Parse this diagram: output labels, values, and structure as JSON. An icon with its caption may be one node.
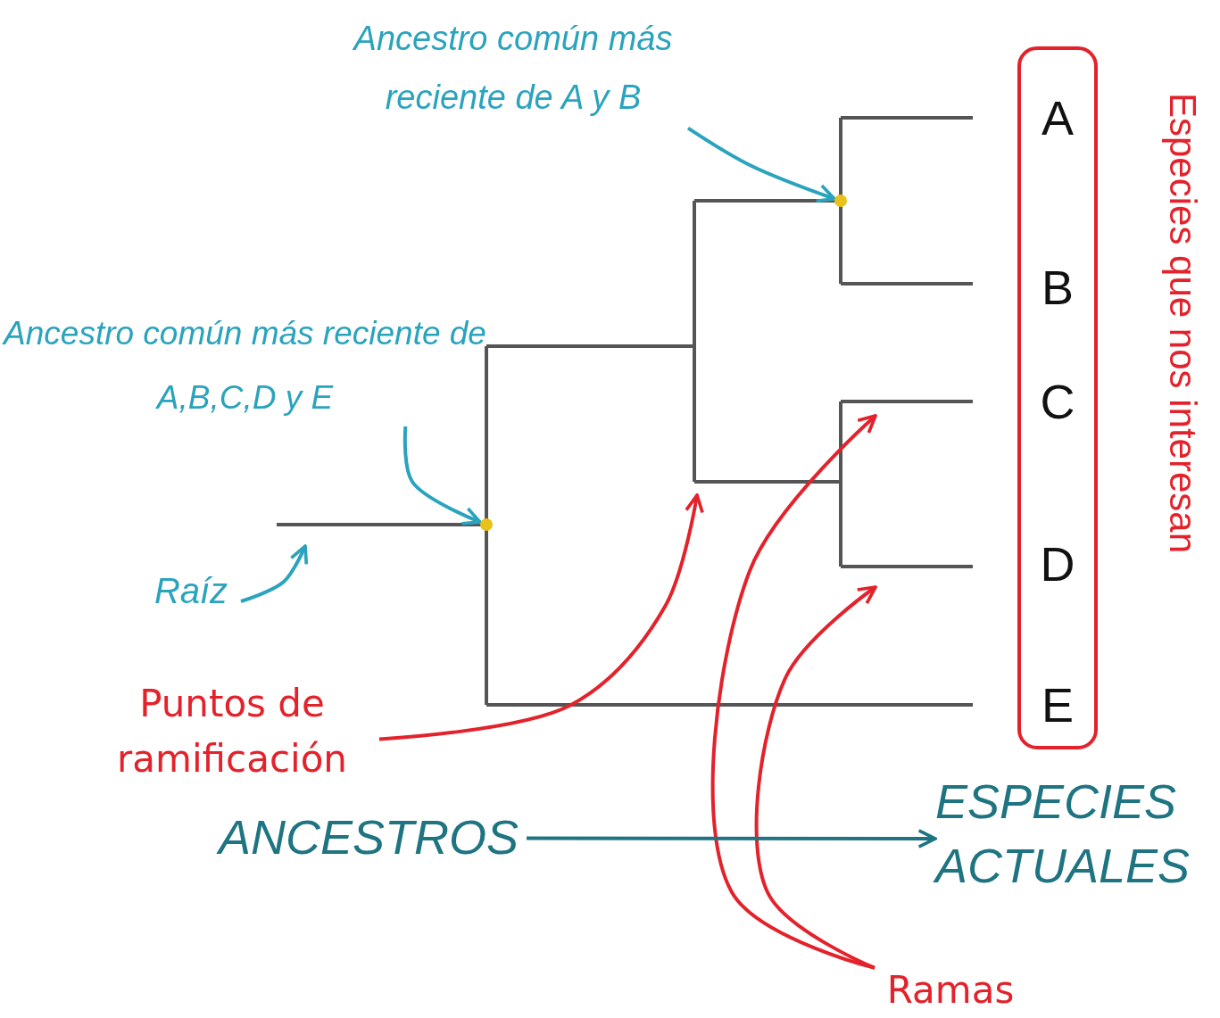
{
  "diagram": {
    "nodes": [
      {
        "text": [
          "Ancestro común más reciente de A y B"
        ]
      },
      {
        "text": [],
        "shape": "circle"
      },
      {
        "text": [
          "Especies que nos interesan"
        ]
      },
      {
        "text": [
          "A"
        ],
        "in": 2
      },
      {
        "text": [
          "B"
        ],
        "in": 2
      },
      {
        "text": [
          "C"
        ],
        "in": 2
      },
      {
        "text": [
          "D"
        ],
        "in": 2
      },
      {
        "text": [
          "E"
        ],
        "in": 2
      },
      {
        "text": [
          "Ancestro común más reciente de A,B,C,D y E"
        ]
      },
      {
        "text": [],
        "shape": "circle"
      },
      {
        "text": [
          "Raíz"
        ]
      },
      {
        "text": [
          "Puntos de ramificación"
        ]
      },
      {
        "text": [
          "ANCESTROS"
        ]
      },
      {
        "text": [
          "ESPECIES ACTUALES"
        ]
      },
      {
        "text": [
          "Ramas"
        ]
      }
    ],
    "edges": [
      {
        "from": 0,
        "to": 1,
        "arrow": "to"
      },
      {
        "from": 8,
        "to": 9,
        "arrow": "to"
      },
      {
        "from": 10,
        "to": null,
        "arrow": "to"
      },
      {
        "from": 11,
        "to": null,
        "arrow": "to",
        "color": "#e3222b"
      },
      {
        "from": 14,
        "to": null,
        "arrow": "to",
        "color": "#e3222b"
      },
      {
        "from": 14,
        "to": null,
        "arrow": "to",
        "color": "#e3222b"
      },
      {
        "from": 12,
        "to": 13,
        "arrow": "to",
        "color": "#1f7482"
      }
    ]
  }
}
